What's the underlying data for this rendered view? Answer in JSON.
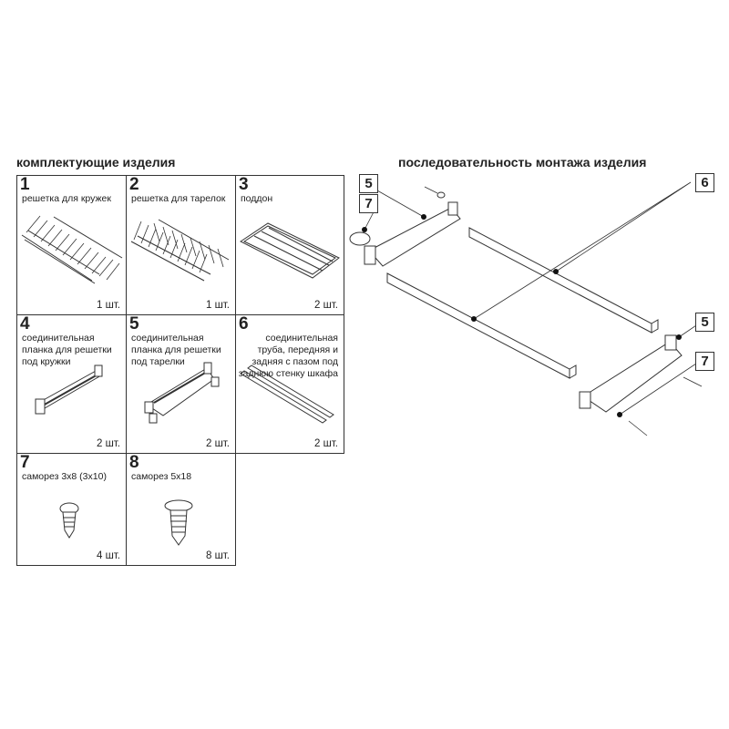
{
  "left_heading": "комплектующие изделия",
  "right_heading": "последовательность монтажа изделия",
  "parts": [
    {
      "num": "1",
      "desc": "решетка для кружек",
      "qty": "1 шт."
    },
    {
      "num": "2",
      "desc": "решетка для тарелок",
      "qty": "1 шт."
    },
    {
      "num": "3",
      "desc": "поддон",
      "qty": "2 шт."
    },
    {
      "num": "4",
      "desc": "соединительная планка для решетки под кружки",
      "qty": "2 шт."
    },
    {
      "num": "5",
      "desc": "соединительная планка для решетки под тарелки",
      "qty": "2 шт."
    },
    {
      "num": "6",
      "desc": "соединительная труба, передняя и задняя с пазом под заднюю стенку шкафа",
      "qty": "2 шт."
    },
    {
      "num": "7",
      "desc": "саморез 3x8 (3x10)",
      "qty": "4 шт."
    },
    {
      "num": "8",
      "desc": "саморез 5x18",
      "qty": "8 шт."
    }
  ],
  "callouts": [
    "5",
    "7",
    "6",
    "5",
    "7"
  ]
}
